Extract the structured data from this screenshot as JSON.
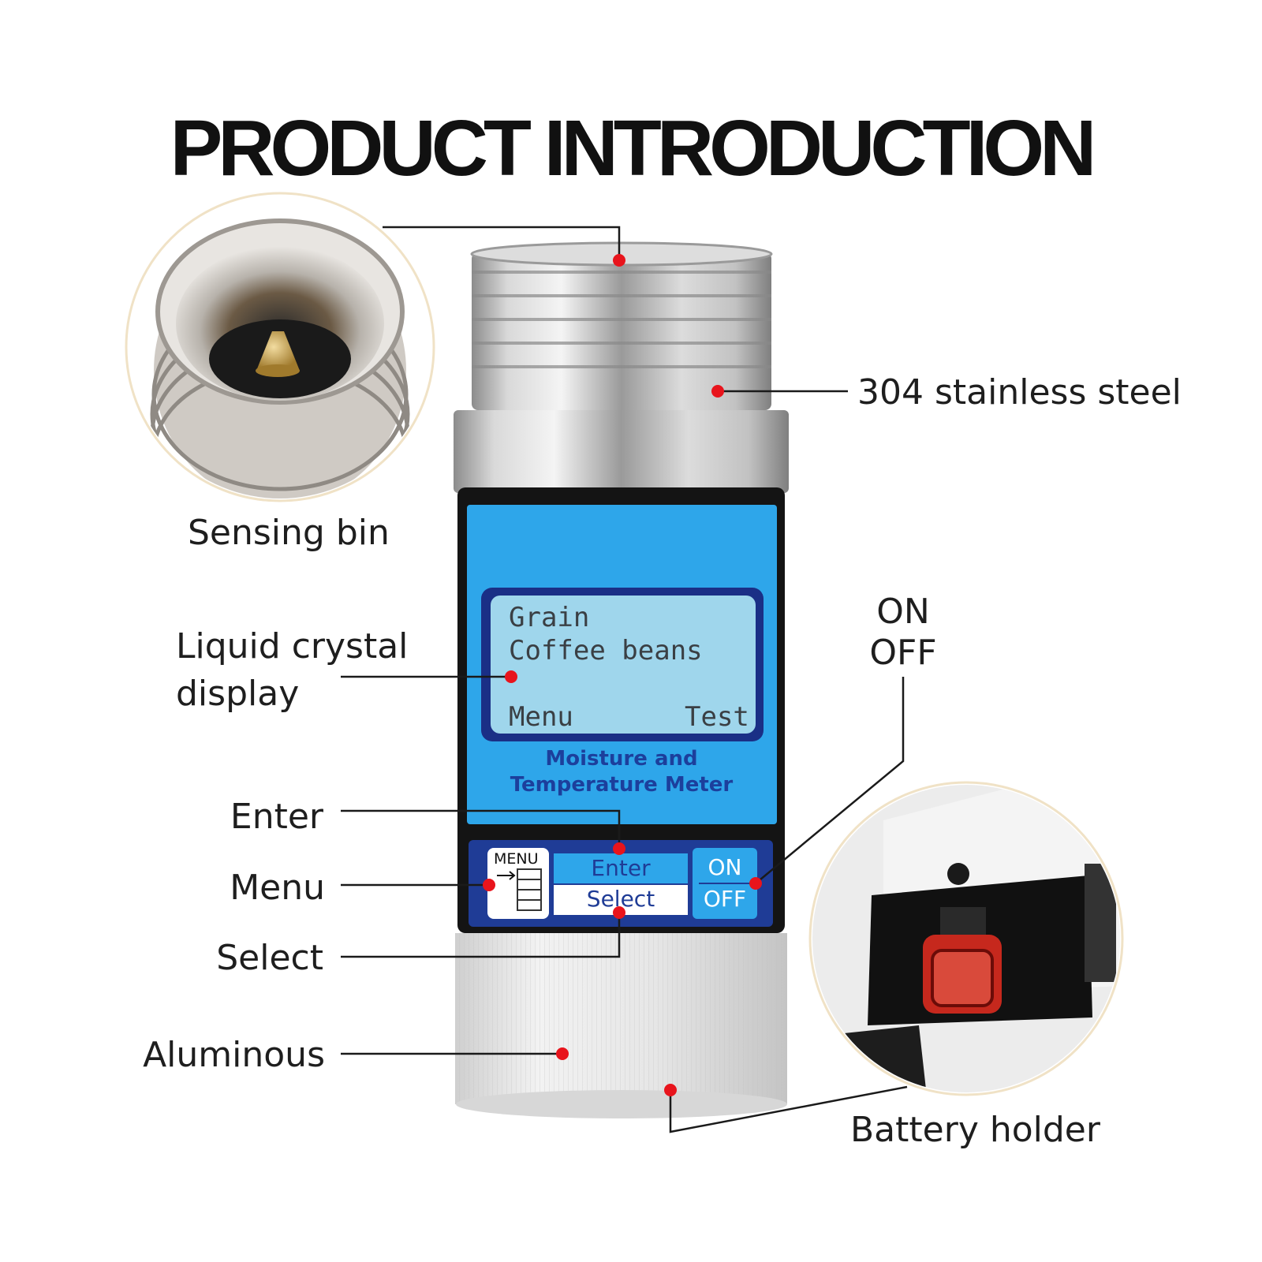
{
  "title": "PRODUCT INTRODUCTION",
  "callouts": {
    "steel": "304 stainless steel",
    "sensing_bin": "Sensing bin",
    "lcd_line1": "Liquid crystal",
    "lcd_line2": "display",
    "on": "ON",
    "off": "OFF",
    "enter": "Enter",
    "menu": "Menu",
    "select": "Select",
    "aluminous": "Aluminous",
    "battery": "Battery holder"
  },
  "device": {
    "lcd_line1": "Grain",
    "lcd_line2": "Coffee beans",
    "lcd_softkey_left": "Menu",
    "lcd_softkey_right": "Test",
    "caption_line1": "Moisture and",
    "caption_line2": "Temperature Meter",
    "key_menu": "MENU",
    "key_enter": "Enter",
    "key_select": "Select",
    "key_on": "ON",
    "key_off": "OFF"
  },
  "colors": {
    "panel_blue": "#2ea6ea",
    "lcd_screen": "#9fd6ec",
    "keypad_navy": "#1f3c96",
    "marker_red": "#e8141c",
    "leader_line": "#1a1a1a"
  }
}
